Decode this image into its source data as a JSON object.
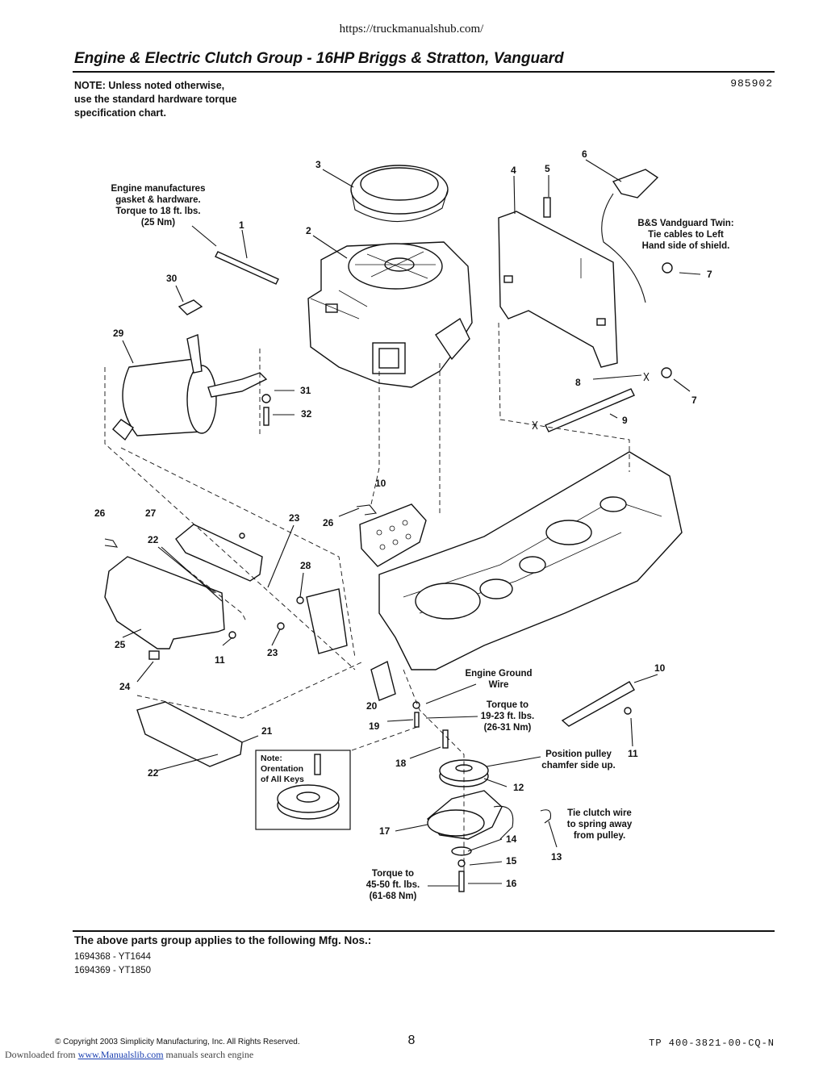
{
  "header": {
    "url": "https://truckmanualshub.com/",
    "title": "Engine & Electric Clutch Group - 16HP Briggs & Stratton, Vanguard",
    "note_lines": [
      "NOTE: Unless noted otherwise,",
      "use the standard hardware torque",
      "specification chart."
    ],
    "doc_number": "985902"
  },
  "diagram": {
    "callouts": {
      "engine_manufactures": [
        "Engine manufactures",
        "gasket & hardware.",
        "Torque to 18 ft. lbs.",
        "(25 Nm)"
      ],
      "bs_vanguard": [
        "B&S Vandguard Twin:",
        "Tie cables to Left",
        "Hand side of shield."
      ],
      "engine_ground": [
        "Engine Ground",
        "Wire"
      ],
      "torque_19_23": [
        "Torque to",
        "19-23 ft. lbs.",
        "(26-31 Nm)"
      ],
      "position_pulley": [
        "Position pulley",
        "chamfer side up."
      ],
      "tie_clutch": [
        "Tie clutch wire",
        "to spring away",
        "from pulley."
      ],
      "torque_45_50": [
        "Torque to",
        "45-50 ft. lbs.",
        "(61-68 Nm)"
      ],
      "inset_note": [
        "Note:",
        "Orentation",
        "of All Keys"
      ]
    },
    "labels": {
      "n1": "1",
      "n2": "2",
      "n3": "3",
      "n4": "4",
      "n5": "5",
      "n6": "6",
      "n7a": "7",
      "n7b": "7",
      "n8": "8",
      "n9": "9",
      "n10a": "10",
      "n10b": "10",
      "n11a": "11",
      "n11b": "11",
      "n12": "12",
      "n13": "13",
      "n14": "14",
      "n15": "15",
      "n16": "16",
      "n17": "17",
      "n18": "18",
      "n19": "19",
      "n20": "20",
      "n21": "21",
      "n22a": "22",
      "n22b": "22",
      "n23a": "23",
      "n23b": "23",
      "n24": "24",
      "n25": "25",
      "n26a": "26",
      "n26b": "26",
      "n27": "27",
      "n28": "28",
      "n29": "29",
      "n30": "30",
      "n31": "31",
      "n32": "32"
    }
  },
  "footer": {
    "applies_heading": "The above parts group applies to the following Mfg. Nos.:",
    "mfg_numbers": [
      "1694368 - YT1644",
      "1694369 - YT1850"
    ],
    "copyright": "© Copyright 2003 Simplicity Manufacturing, Inc. All Rights Reserved.",
    "page_number": "8",
    "tp_number": "TP 400-3821-00-CQ-N",
    "downloaded_prefix": "Downloaded from",
    "downloaded_link": "www.Manualslib.com",
    "downloaded_suffix": "manuals search engine"
  }
}
